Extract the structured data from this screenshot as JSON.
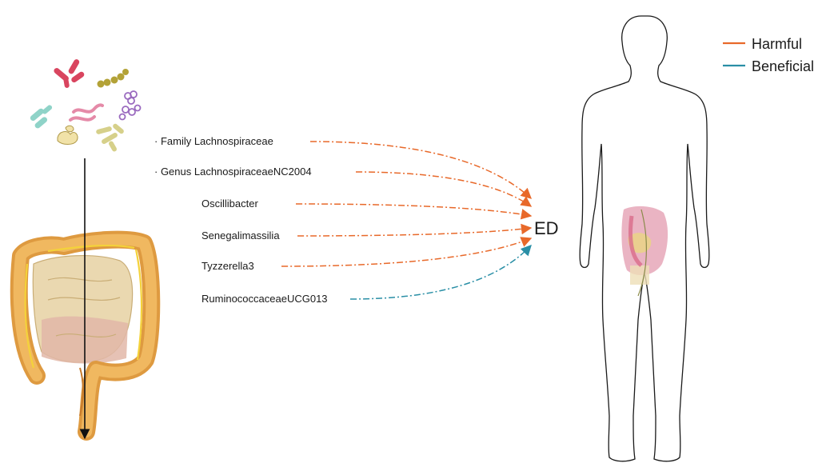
{
  "legend": {
    "harmful_label": "Harmful",
    "beneficial_label": "Beneficial",
    "harmful_color": "#e8692a",
    "beneficial_color": "#2a8fa6"
  },
  "target_label": "ED",
  "taxa": [
    {
      "label": "· Family Lachnospiraceae",
      "effect": "harmful"
    },
    {
      "label": "· Genus LachnospiraceaeNC2004",
      "effect": "harmful"
    },
    {
      "label": "Oscillibacter",
      "effect": "harmful"
    },
    {
      "label": "Senegalimassilia",
      "effect": "harmful"
    },
    {
      "label": "Tyzzerella3",
      "effect": "harmful"
    },
    {
      "label": "RuminococcaceaeUCG013",
      "effect": "beneficial"
    }
  ],
  "icons": {
    "microbes": "bacteria-cluster-icon",
    "intestine": "large-intestine-icon",
    "body": "human-body-outline-icon"
  }
}
